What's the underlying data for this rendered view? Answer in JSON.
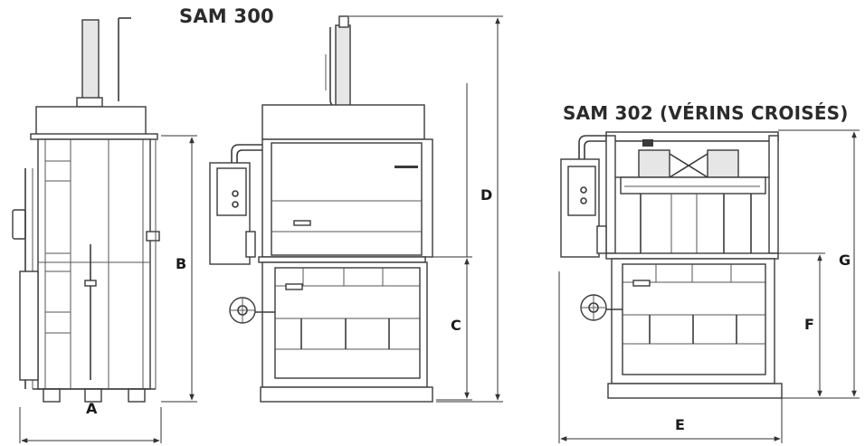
{
  "titles": {
    "sam300": "SAM 300",
    "sam302": "SAM 302 (VÉRINS CROISÉS)"
  },
  "dimensions": {
    "a": "A",
    "b": "B",
    "c": "C",
    "d": "D",
    "e": "E",
    "f": "F",
    "g": "G"
  }
}
